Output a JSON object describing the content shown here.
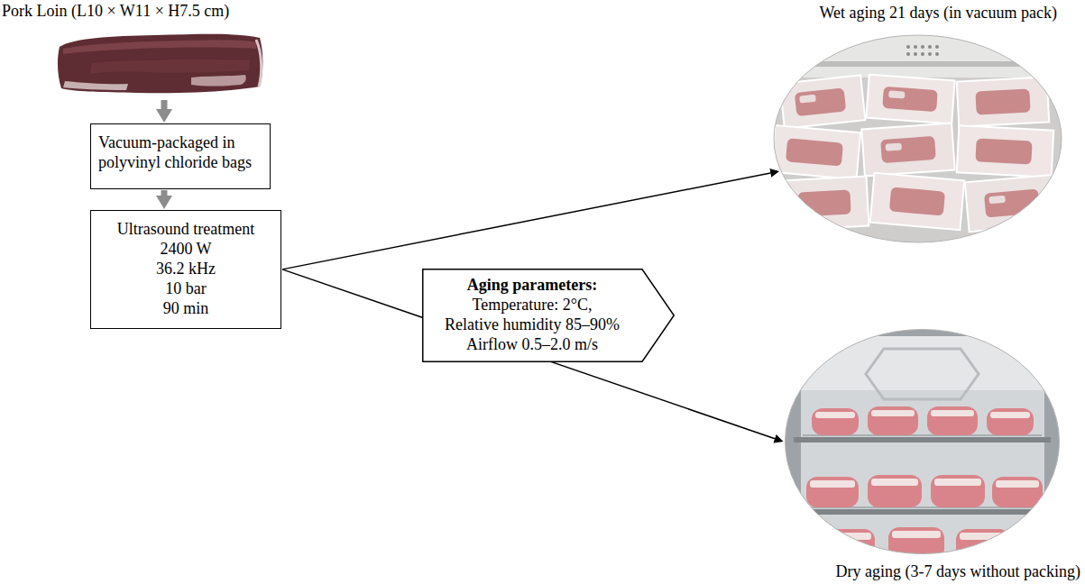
{
  "diagram": {
    "nodes": [
      {
        "text": [
          "Pork Loin (L10 × W11 × H7.5 cm)"
        ]
      },
      {
        "text": [
          "Vacuum-packaged in polyvinyl chloride bags"
        ]
      },
      {
        "text": [
          "Ultrasound treatment",
          "2400 W",
          "36.2 kHz",
          "10 bar",
          "90 min"
        ]
      },
      {
        "text": [
          "Aging parameters:",
          "Temperature: 2°C,",
          "Relative humidity 85–90%",
          "Airflow 0.5–2.0 m/s"
        ]
      },
      {
        "text": [
          "Wet aging 21 days (in vacuum pack)"
        ]
      },
      {
        "text": [
          "Dry aging (3-7 days without packing)"
        ]
      }
    ],
    "edges": [
      {
        "from": 0,
        "to": 1,
        "arrow": "to"
      },
      {
        "from": 1,
        "to": 2,
        "arrow": "to"
      },
      {
        "from": 2,
        "to": 4,
        "arrow": "to"
      },
      {
        "from": 2,
        "to": 5,
        "arrow": "to"
      }
    ]
  }
}
